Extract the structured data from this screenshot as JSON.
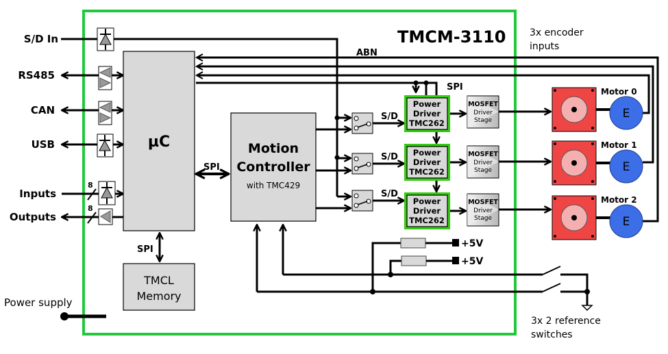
{
  "title": "TMCM-3110",
  "colors": {
    "board_border": "#22c83c",
    "driver_border": "#33cc11",
    "block_fill": "#d9d9d9",
    "motor_fill": "#f04545",
    "motor_rotor": "#f4b0b0",
    "encoder_fill": "#3c6ee8"
  },
  "left_ports": {
    "sd_in": "S/D In",
    "rs485": "RS485",
    "can": "CAN",
    "usb": "USB",
    "inputs": "Inputs",
    "outputs": "Outputs",
    "inputs_bus_width": "8",
    "outputs_bus_width": "8",
    "power_supply": "Power supply"
  },
  "blocks": {
    "uc": "µC",
    "motion_controller_line1": "Motion",
    "motion_controller_line2": "Controller",
    "motion_controller_sub": "with TMC429",
    "memory_line1": "TMCL",
    "memory_line2": "Memory"
  },
  "bus_labels": {
    "spi_uc_mc": "SPI",
    "spi_uc_mem": "SPI",
    "spi_drivers": "SPI",
    "abn": "ABN",
    "sd": "S/D"
  },
  "channels": [
    {
      "driver_l1": "Power",
      "driver_l2": "Driver",
      "driver_l3": "TMC262",
      "mosfet_l1": "MOSFET",
      "mosfet_l2": "Driver",
      "mosfet_l3": "Stage",
      "motor": "Motor 0",
      "encoder": "E",
      "sd": "S/D"
    },
    {
      "driver_l1": "Power",
      "driver_l2": "Driver",
      "driver_l3": "TMC262",
      "mosfet_l1": "MOSFET",
      "mosfet_l2": "Driver",
      "mosfet_l3": "Stage",
      "motor": "Motor 1",
      "encoder": "E",
      "sd": "S/D"
    },
    {
      "driver_l1": "Power",
      "driver_l2": "Driver",
      "driver_l3": "TMC262",
      "mosfet_l1": "MOSFET",
      "mosfet_l2": "Driver",
      "mosfet_l3": "Stage",
      "motor": "Motor 2",
      "encoder": "E",
      "sd": "S/D"
    }
  ],
  "right_labels": {
    "encoder_l1": "3x encoder",
    "encoder_l2": "inputs",
    "ref_l1": "3x 2 reference",
    "ref_l2": "switches",
    "vcc1": "+5V",
    "vcc2": "+5V"
  }
}
